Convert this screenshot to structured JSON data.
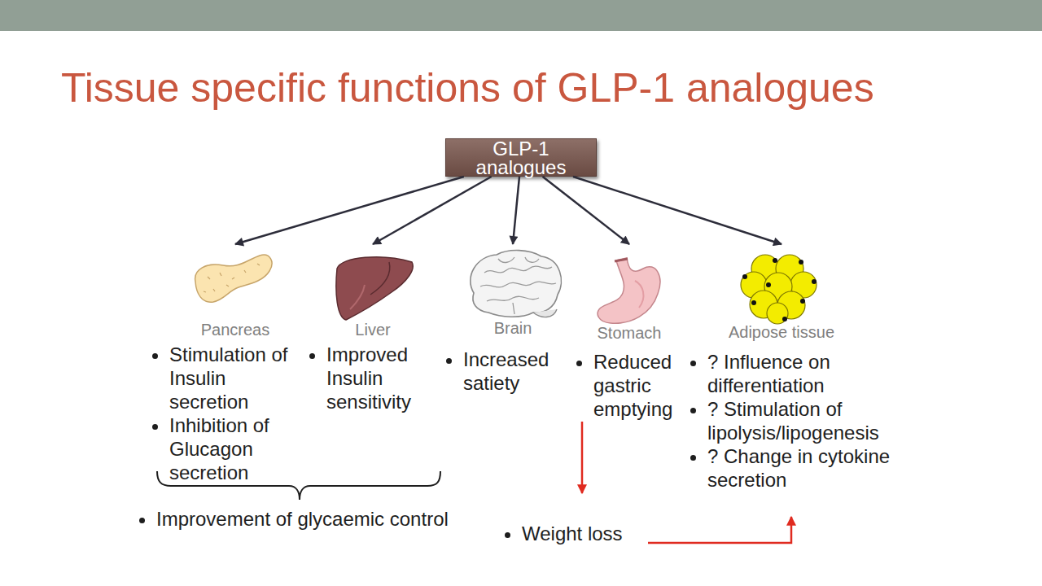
{
  "diagram": {
    "title": "Tissue specific functions of GLP-1 analogues",
    "nodes": [
      {
        "text": [
          "GLP-1 analogues"
        ]
      },
      {
        "text": [
          "Pancreas",
          "Stimulation of Insulin secretion",
          "Inhibition of Glucagon secretion"
        ]
      },
      {
        "text": [
          "Liver",
          "Improved Insulin sensitivity"
        ]
      },
      {
        "text": [
          "Brain",
          "Increased satiety"
        ]
      },
      {
        "text": [
          "Stomach",
          "Reduced gastric emptying"
        ]
      },
      {
        "text": [
          "Adipose tissue",
          "? Influence on differentiation",
          "? Stimulation of lipolysis/lipogenesis",
          "? Change in cytokine secretion"
        ]
      }
    ],
    "edges": [
      {
        "from": 0,
        "to": 1,
        "arrow": "to"
      },
      {
        "from": 0,
        "to": 2,
        "arrow": "to"
      },
      {
        "from": 0,
        "to": 3,
        "arrow": "to"
      },
      {
        "from": 0,
        "to": 4,
        "arrow": "to"
      },
      {
        "from": 0,
        "to": 5,
        "arrow": "to"
      }
    ],
    "labels": [
      "Improvement of glycaemic control",
      "Weight loss"
    ]
  }
}
